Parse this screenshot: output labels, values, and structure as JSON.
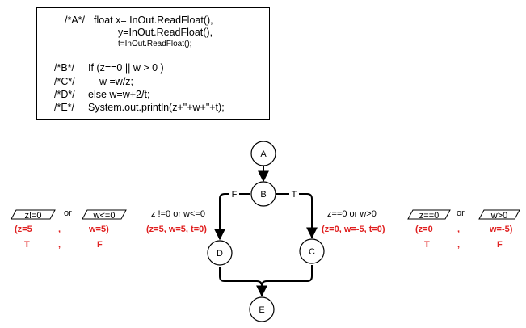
{
  "code": {
    "l1_label": "/*A*/",
    "l1_text": "float x= InOut.ReadFloat(),",
    "l2_text": "y=InOut.ReadFloat(),",
    "l3_text": "t=InOut.ReadFloat();",
    "l4_label": "/*B*/",
    "l4_text": "If (z==0 || w > 0 )",
    "l5_label": "/*C*/",
    "l5_text": "w =w/z;",
    "l6_label": "/*D*/",
    "l6_text": "else w=w+2/t;",
    "l7_label": "/*E*/",
    "l7_text": "System.out.println(z+\"+w+\"+t);"
  },
  "graph": {
    "nodes": {
      "a": "A",
      "b": "B",
      "c": "C",
      "d": "D",
      "e": "E"
    },
    "edge_false": "F",
    "edge_true": "T"
  },
  "annotations": {
    "left": {
      "cond1": "z!=0",
      "or": "or",
      "cond2": "w<=0",
      "val1": "(z=5",
      "comma1": ",",
      "val2": "w=5)",
      "res1": "T",
      "comma2": ",",
      "res2": "F"
    },
    "d_path": {
      "condition": "z !=0 or w<=0",
      "values": "(z=5, w=5, t=0)"
    },
    "c_path": {
      "condition": "z==0 or w>0",
      "values": "(z=0, w=-5, t=0)"
    },
    "right": {
      "cond1": "z==0",
      "or": "or",
      "cond2": "w>0",
      "val1": "(z=0",
      "comma1": ",",
      "val2": "w=-5)",
      "res1": "T",
      "comma2": ",",
      "res2": "F"
    }
  },
  "colors": {
    "highlight": "#e02020",
    "line": "#000000"
  }
}
